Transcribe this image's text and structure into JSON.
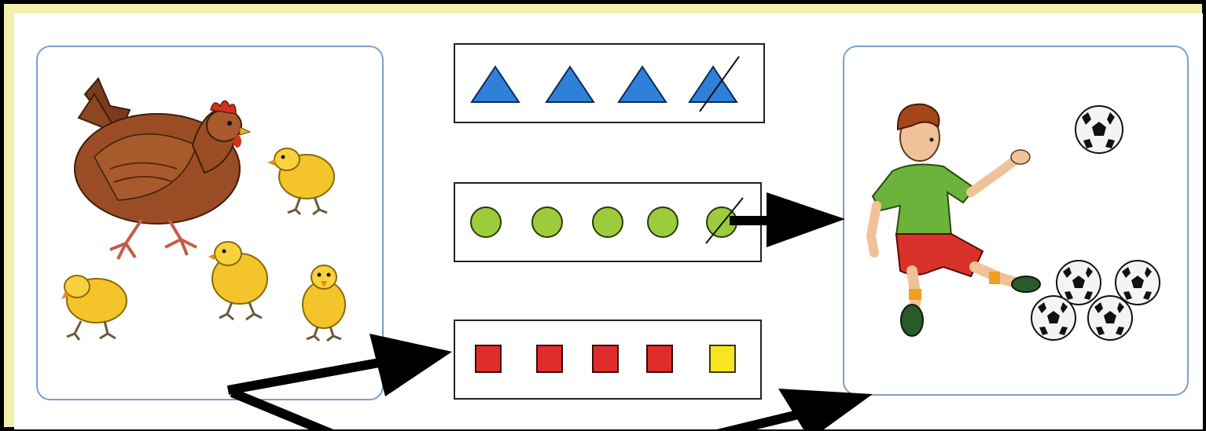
{
  "exercise": {
    "left_picture": {
      "subject": "hen-with-chicks",
      "hen_count": 1,
      "chick_count": 4
    },
    "right_picture": {
      "subject": "boy-with-soccer-balls",
      "boy_count": 1,
      "ball_count": 5
    },
    "rows": [
      {
        "shape": "triangle",
        "count": 4,
        "crossed_out": 1,
        "color": "#2f80d8"
      },
      {
        "shape": "circle",
        "count": 5,
        "crossed_out": 1,
        "color": "#9ccc3c"
      },
      {
        "shape": "square",
        "count": 5,
        "crossed_out": 0,
        "color": "#e02b2b",
        "odd_color": "#f7e61f"
      }
    ],
    "arrows": [
      {
        "from": "circles-row",
        "to": "boy-with-soccer-balls"
      },
      {
        "from": "bottom-left",
        "to": "squares-row"
      },
      {
        "from": "bottom-center",
        "to": "boy-with-soccer-balls"
      }
    ]
  },
  "colors": {
    "frame": "#f3efad",
    "panel_border": "#7c9fc9",
    "arrow": "#000000"
  },
  "icons": [
    "hen-icon",
    "chick-icon",
    "boy-icon",
    "soccer-ball-icon",
    "triangle-icon",
    "circle-icon",
    "square-icon",
    "arrow-icon"
  ]
}
